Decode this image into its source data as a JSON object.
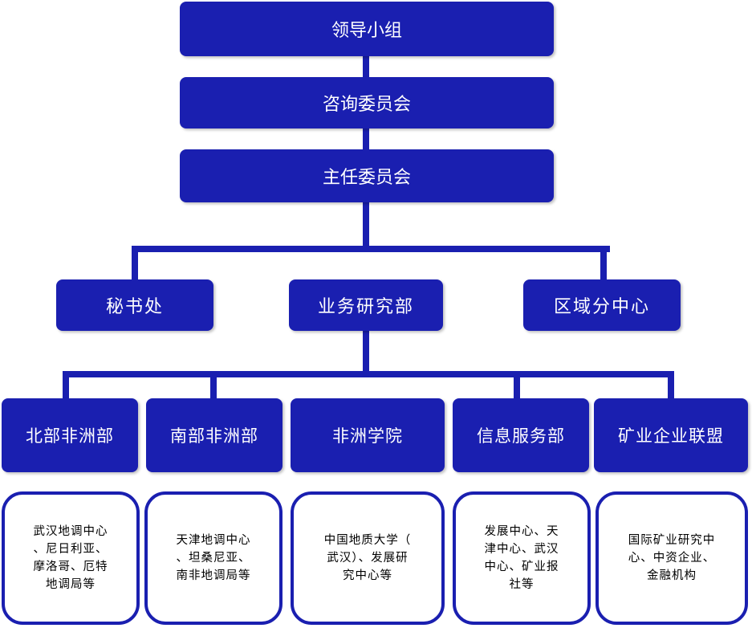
{
  "top": {
    "leadership": "领导小组",
    "advisory": "咨询委员会",
    "director": "主任委员会"
  },
  "departments": {
    "secretariat": "秘书处",
    "business_research": "业务研究部",
    "regional_centers": "区域分中心"
  },
  "units": {
    "north_africa": "北部非洲部",
    "south_africa": "南部非洲部",
    "africa_institute": "非洲学院",
    "information_service": "信息服务部",
    "mining_alliance": "矿业企业联盟"
  },
  "members": {
    "north_africa": "武汉地调中心\n、尼日利亚、\n摩洛哥、厄特\n地调局等",
    "south_africa": "天津地调中心\n、坦桑尼亚、\n南非地调局等",
    "africa_institute": "中国地质大学（\n武汉）、发展研\n究中心等",
    "information_service": "发展中心、天\n津中心、武汉\n中心、矿业报\n社等",
    "mining_alliance": "国际矿业研究中\n心、中资企业、\n金融机构"
  },
  "colors": {
    "box_fill": "#1a1fb0",
    "connector": "#1a1fb0",
    "box_text": "#ffffff"
  }
}
